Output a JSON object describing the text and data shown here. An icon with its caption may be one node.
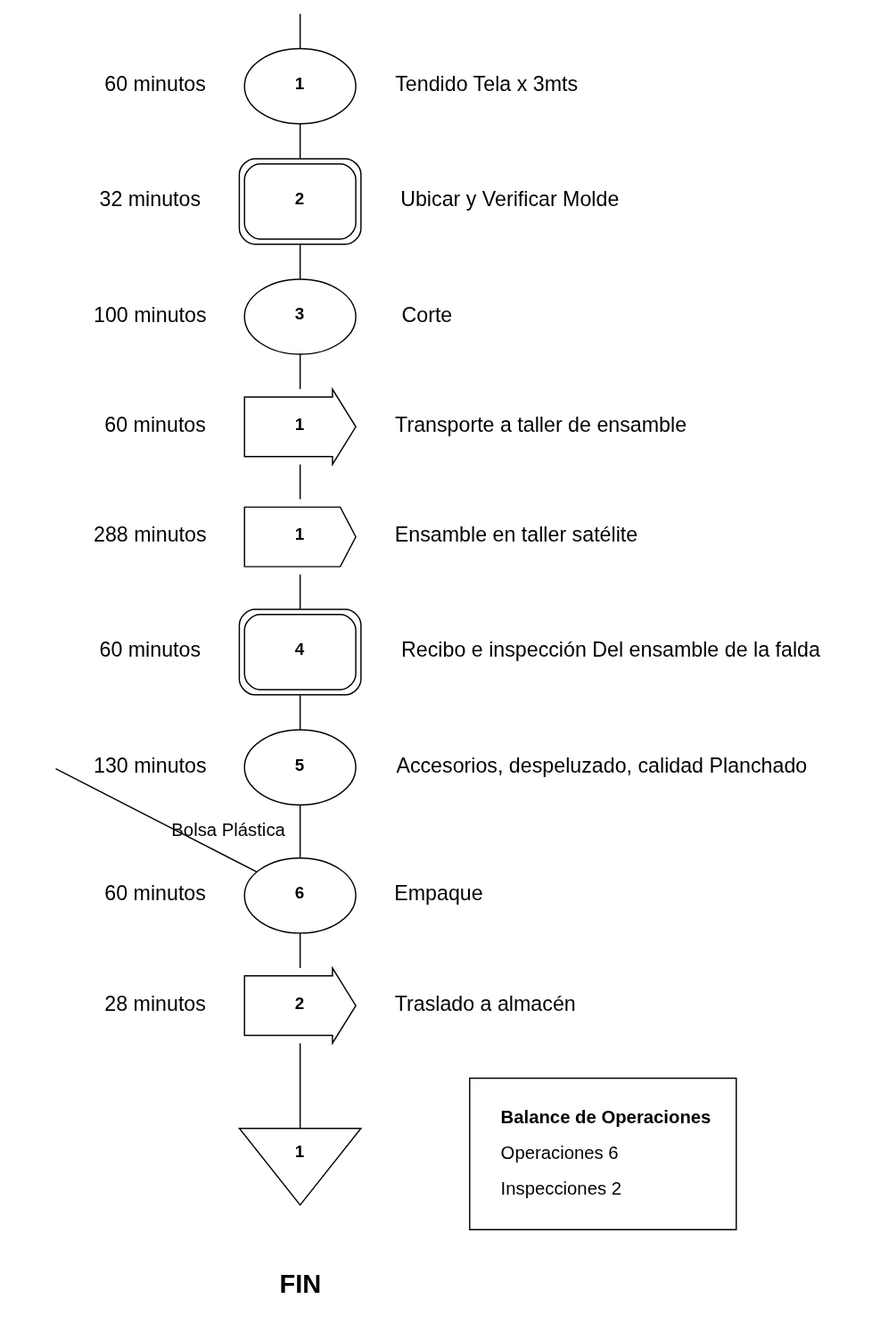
{
  "diagram": {
    "nodes": [
      {
        "text": [
          "1"
        ],
        "beside": [
          "60 minutos",
          "Tendido Tela x 3mts"
        ]
      },
      {
        "text": [
          "2"
        ],
        "beside": [
          "32 minutos",
          "Ubicar y Verificar Molde"
        ]
      },
      {
        "text": [
          "3"
        ],
        "beside": [
          "100 minutos",
          "Corte"
        ]
      },
      {
        "text": [
          "1"
        ],
        "beside": [
          "60 minutos",
          "Transporte a taller de ensamble"
        ]
      },
      {
        "text": [
          "1"
        ],
        "beside": [
          "288 minutos",
          "Ensamble en taller satélite"
        ]
      },
      {
        "text": [
          "4"
        ],
        "beside": [
          "60 minutos",
          "Recibo e inspección Del ensamble de la falda"
        ]
      },
      {
        "text": [
          "5"
        ],
        "beside": [
          "130 minutos",
          "Accesorios, despeluzado, calidad Planchado"
        ]
      },
      {
        "text": [
          "6"
        ],
        "beside": [
          "60 minutos",
          "Empaque"
        ]
      },
      {
        "text": [
          "2"
        ],
        "beside": [
          "28 minutos",
          "Traslado a almacén"
        ]
      },
      {
        "text": [
          "1"
        ],
        "beside": [
          "FIN"
        ]
      },
      {
        "text": [
          "Balance de Operaciones",
          "Operaciones 6",
          "Inspecciones 2"
        ]
      }
    ],
    "edges": [
      {
        "from": null,
        "to": 0,
        "arrow": "none"
      },
      {
        "from": 0,
        "to": 1,
        "arrow": "none"
      },
      {
        "from": 1,
        "to": 2,
        "arrow": "none"
      },
      {
        "from": 2,
        "to": 3,
        "arrow": "none"
      },
      {
        "from": 3,
        "to": 4,
        "arrow": "none"
      },
      {
        "from": 4,
        "to": 5,
        "arrow": "none"
      },
      {
        "from": 5,
        "to": 6,
        "arrow": "none"
      },
      {
        "from": 6,
        "to": 7,
        "arrow": "none"
      },
      {
        "from": null,
        "to": 7,
        "arrow": "none",
        "label": "Bolsa Plástica"
      },
      {
        "from": 7,
        "to": 8,
        "arrow": "none"
      },
      {
        "from": 8,
        "to": 9,
        "arrow": "none"
      }
    ]
  }
}
